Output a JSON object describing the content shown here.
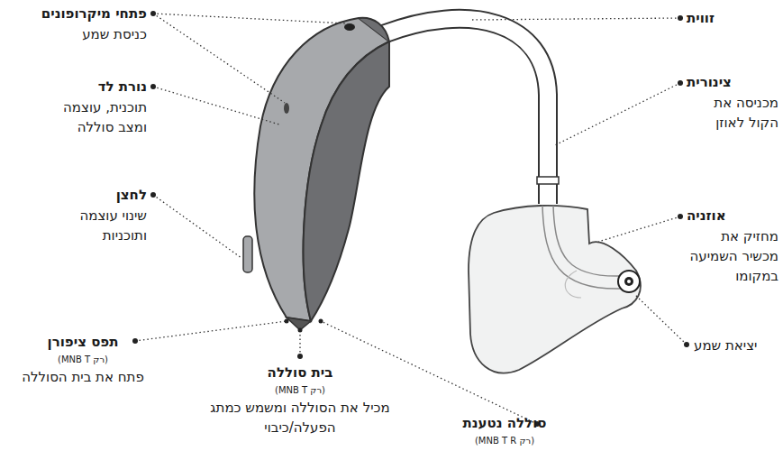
{
  "diagram": {
    "labels": [
      "פתחי מיקרופונים",
      "כניסת שמע",
      "נורת לד",
      "תוכנית, עוצמה ומצב סוללה",
      "לחצן",
      "שינוי עוצמה ותוכניות",
      "תפס ציפורן",
      "(רק MNB T)",
      "פתח את בית הסוללה",
      "בית סוללה",
      "(רק MNB T)",
      "מכיל את הסוללה ומשמש כמתג הפעלה/כיבוי",
      "סוללה נטענת",
      "(רק MNB T R)",
      "זווית",
      "צינורית",
      "מכניסה את הקול לאוזן",
      "אוזניה",
      "מחזיק את מכשיר השמיעה במקומו",
      "יציאת שמע"
    ]
  }
}
